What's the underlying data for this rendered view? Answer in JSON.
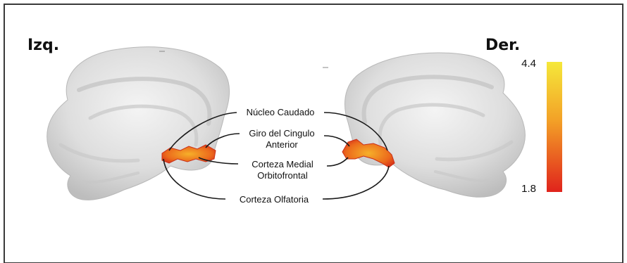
{
  "hemispheres": {
    "left_label": "Izq.",
    "right_label": "Der."
  },
  "colorbar": {
    "max_label": "4.4",
    "min_label": "1.8",
    "top_color": "#f5e83a",
    "mid_color": "#f08a1e",
    "bottom_color": "#e0231c"
  },
  "regions": {
    "caudate": "Núcleo Caudado",
    "acc_line1": "Giro del Cingulo",
    "acc_line2": "Anterior",
    "mofc_line1": "Corteza Medial",
    "mofc_line2": "Orbitofrontal",
    "olfactory": "Corteza Olfatoria"
  },
  "colors": {
    "frame": "#3a3a3a",
    "brain": "#d9d9d9",
    "leader_line": "#1a1a1a",
    "blob_outer": "#e8541a",
    "blob_inner": "#f39a1f"
  }
}
